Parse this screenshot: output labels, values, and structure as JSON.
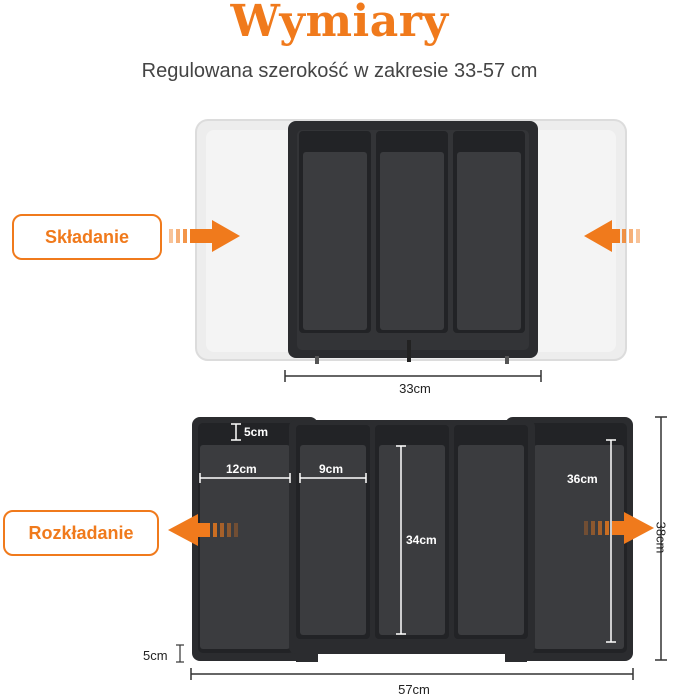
{
  "header": {
    "title": "Wymiary",
    "subtitle": "Regulowana szerokość w zakresie 33-57 cm"
  },
  "folded": {
    "label": "Składanie",
    "width": "33cm"
  },
  "unfolded": {
    "label": "Rozkładanie",
    "width": "57cm",
    "height": "38cm",
    "side_step": "5cm",
    "top_step": "5cm",
    "outer_compartment_width": "12cm",
    "inner_compartment_width": "9cm",
    "center_compartment_length": "34cm",
    "side_compartment_length": "36cm"
  },
  "colors": {
    "accent": "#f07a1c",
    "tray": "#2f3033",
    "tray_inner": "#3a3b3e",
    "extension_ghost": "#ececec"
  }
}
